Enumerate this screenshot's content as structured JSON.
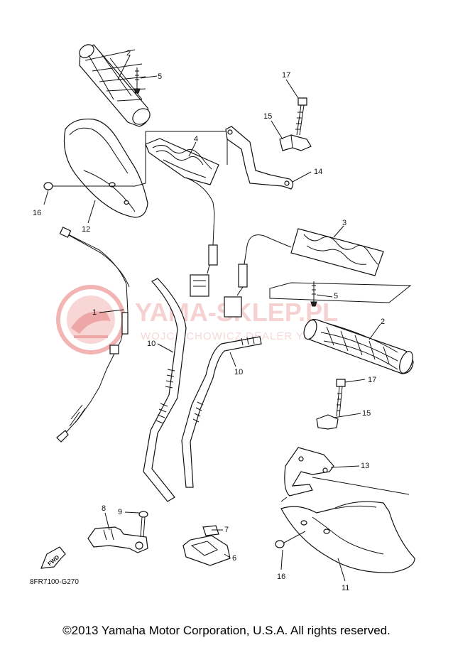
{
  "watermark": {
    "brand": "YAMA-SKLEP.PL",
    "subtitle": "WOJCIECHOWICZ DEALER YAMAHA",
    "logo_color": "#e88a8a"
  },
  "callouts": {
    "c2a": "2",
    "c5a": "5",
    "c17a": "17",
    "c15a": "15",
    "c4": "4",
    "c14": "14",
    "c16a": "16",
    "c12": "12",
    "c3": "3",
    "c1": "1",
    "c5b": "5",
    "c2b": "2",
    "c10a": "10",
    "c10b": "10",
    "c17b": "17",
    "c15b": "15",
    "c13": "13",
    "c8": "8",
    "c9": "9",
    "c7": "7",
    "c6": "6",
    "c16b": "16",
    "c11": "11"
  },
  "fwd_label": "FWD",
  "drawing_code": "8FR7100-G270",
  "copyright": "©2013 Yamaha Motor Corporation, U.S.A. All rights reserved."
}
